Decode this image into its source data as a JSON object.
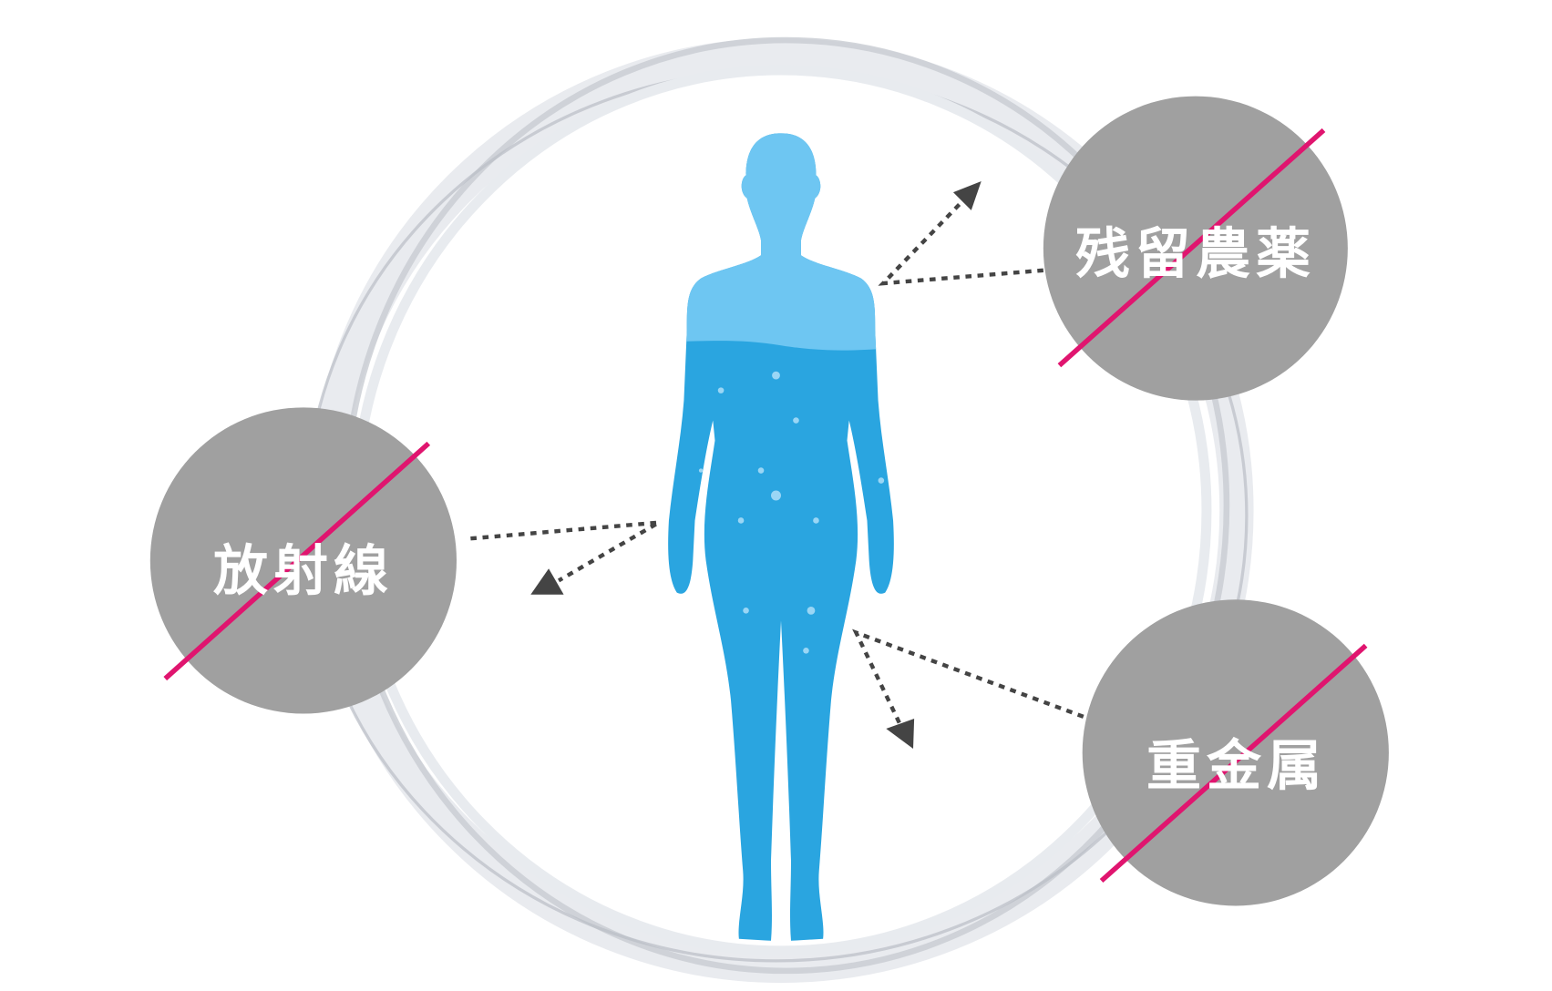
{
  "items": [
    {
      "label": "残留農薬"
    },
    {
      "label": "放射線"
    },
    {
      "label": "重金属"
    }
  ],
  "colors": {
    "circle": "#a0a0a0",
    "strike": "#e0156f",
    "body_upper": "#6ec6f2",
    "body_lower": "#2aa5e0",
    "arrow": "#444444",
    "water": "#c8ccd2"
  }
}
